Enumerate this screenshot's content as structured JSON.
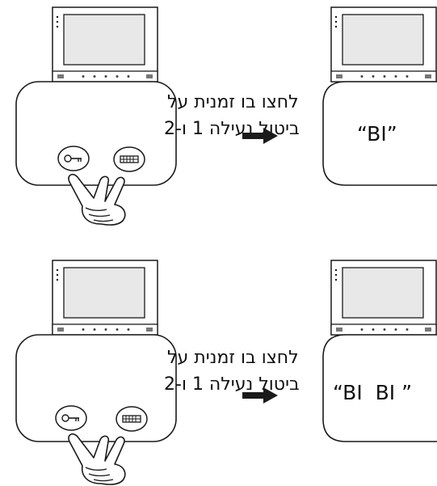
{
  "steps": [
    {
      "instruction": [
        "לחצו בו זמנית על",
        "ביטול נעילה 1 ו-2"
      ],
      "result_sound": "“BI”"
    },
    {
      "instruction": [
        "לחצו בו זמנית על",
        "ביטול נעילה 1 ו-2"
      ],
      "result_sound": "“BI  BI ”"
    }
  ],
  "icons": {
    "monitor": "monitor-icon",
    "unlock1": "key-icon",
    "unlock2": "gate-icon",
    "hand": "two-finger-press-icon",
    "arrow": "arrow-right-icon"
  },
  "colors": {
    "line": "#1a1a1a",
    "screen": "#e8e8e8",
    "background": "#ffffff"
  }
}
